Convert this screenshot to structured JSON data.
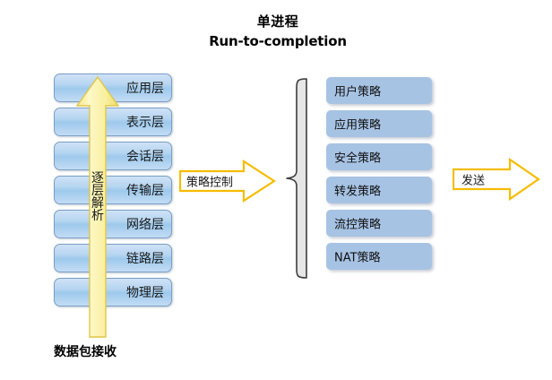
{
  "title": {
    "line1": "单进程",
    "line2": "Run-to-completion"
  },
  "osi_stack": {
    "name": "OSI layer stack",
    "layers": [
      {
        "label": "应用层"
      },
      {
        "label": "表示层"
      },
      {
        "label": "会话层"
      },
      {
        "label": "传输层"
      },
      {
        "label": "网络层"
      },
      {
        "label": "链路层"
      },
      {
        "label": "物理层"
      }
    ]
  },
  "up_arrow": {
    "label_chars": [
      "逐",
      "层",
      "解",
      "析"
    ],
    "label": "逐层解析",
    "fill_color": "#fdf2a8",
    "border_color": "#e8c84a"
  },
  "bottom_caption": "数据包接收",
  "policy_arrow": {
    "label": "策略控制",
    "fill_color": "#ffffff",
    "border_color": "#f5bc00"
  },
  "send_arrow": {
    "label": "发送",
    "fill_color": "#ffffff",
    "border_color": "#f5bc00"
  },
  "brace": {
    "name": "curly-brace",
    "fill_color": "#e6e6e6",
    "border_color": "#404040"
  },
  "policy_stack": {
    "name": "policy list",
    "box_color": "#a7c3e4",
    "items": [
      {
        "label": "用户策略"
      },
      {
        "label": "应用策略"
      },
      {
        "label": "安全策略"
      },
      {
        "label": "转发策略"
      },
      {
        "label": "流控策略"
      },
      {
        "label": "NAT策略"
      }
    ]
  }
}
